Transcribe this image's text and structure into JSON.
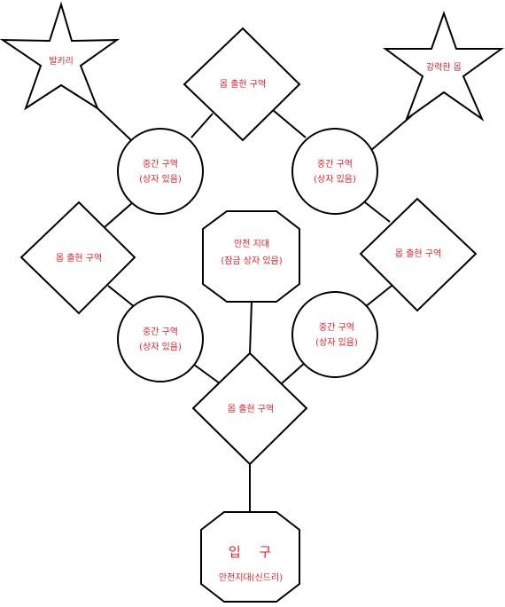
{
  "colors": {
    "label": "#e0202a",
    "stroke": "#000000",
    "background": "#ffffff"
  },
  "nodes": {
    "star_left": {
      "label": "발키리"
    },
    "star_right": {
      "label": "강력한 몹"
    },
    "diamond_top": {
      "label": "몹 출현 구역"
    },
    "circle_top_left": {
      "line1": "중간 구역",
      "line2": "(상자 있음)"
    },
    "circle_top_right": {
      "line1": "중간 구역",
      "line2": "(상자 있음)"
    },
    "diamond_mid_left": {
      "label": "몹 출현 구역"
    },
    "hexagon_center": {
      "line1": "안전 지대",
      "line2": "(잠금 상자 있음)"
    },
    "diamond_mid_right": {
      "label": "몹 출현 구역"
    },
    "circle_bottom_left": {
      "line1": "중간 구역",
      "line2": "(상자 있음)"
    },
    "circle_bottom_right": {
      "line1": "중간 구역",
      "line2": "(상자 있음)"
    },
    "diamond_bottom": {
      "label": "몹 출현 구역"
    },
    "hexagon_entrance": {
      "line1": "입 구",
      "line2": "안전지대(신드리)"
    }
  }
}
